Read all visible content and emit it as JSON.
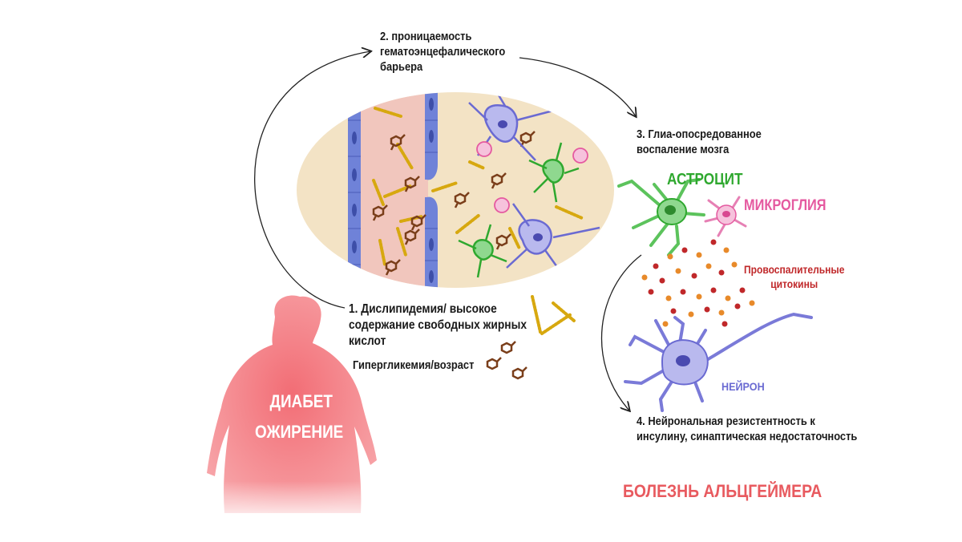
{
  "steps": {
    "step1": [
      "1. Дислипидемия/ высокое",
      "содержание свободных жирных",
      "кислот"
    ],
    "step1b": "Гипергликемия/возраст",
    "step2": [
      "2. проницаемость",
      "гематоэнцефалического",
      "барьера"
    ],
    "step3": [
      "3. Глиа-опосредованное",
      "воспаление мозга"
    ],
    "step4": [
      "4. Нейрональная резистентность к",
      "инсулину, синаптическая  недостаточность"
    ]
  },
  "cells": {
    "astrocyte": "АСТРОЦИТ",
    "microglia": "МИКРОГЛИЯ",
    "neuron": "НЕЙРОН",
    "cytokines": [
      "Провоспалительные",
      "цитокины"
    ]
  },
  "person": [
    "ДИАБЕТ",
    "ОЖИРЕНИЕ"
  ],
  "disease": "БОЛЕЗНЬ АЛЬЦГЕЙМЕРА",
  "colors": {
    "astrocyte": "#2fa82f",
    "microglia": "#e55aa0",
    "cytokines": "#c0282a",
    "neuron": "#6a6ad2",
    "person": "#f47f86",
    "disease": "#e85a5f",
    "ellipse": "#f3e3c5"
  }
}
